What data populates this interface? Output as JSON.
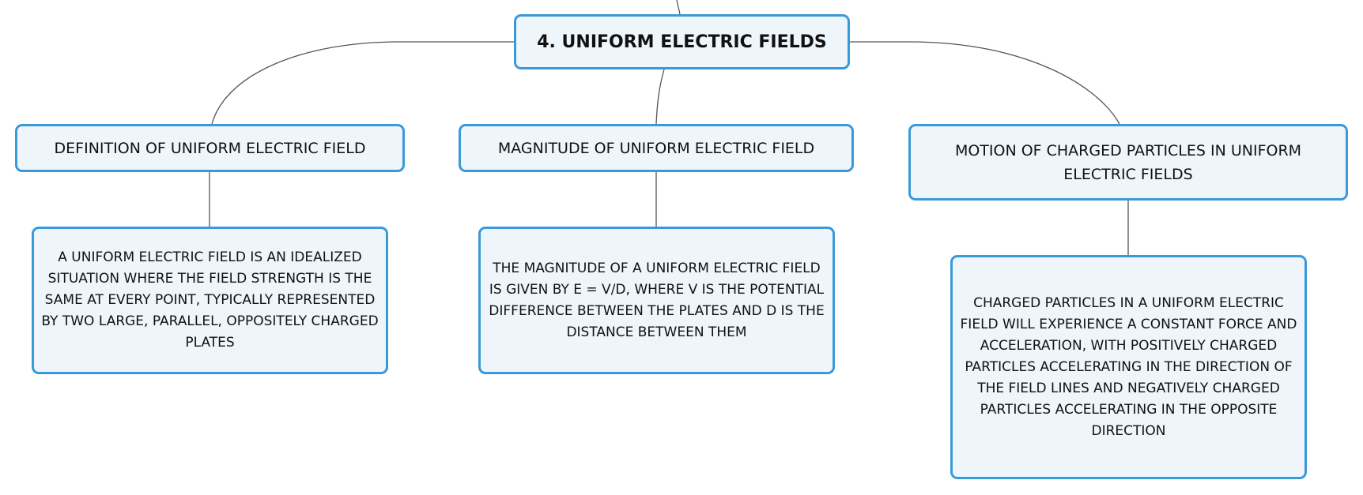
{
  "root": {
    "title": "4. UNIFORM ELECTRIC FIELDS"
  },
  "branches": [
    {
      "label": "DEFINITION OF UNIFORM ELECTRIC FIELD",
      "detail": "A UNIFORM ELECTRIC FIELD IS AN IDEALIZED SITUATION WHERE THE FIELD STRENGTH IS THE SAME AT EVERY POINT, TYPICALLY REPRESENTED BY TWO LARGE, PARALLEL, OPPOSITELY CHARGED PLATES"
    },
    {
      "label": "MAGNITUDE OF UNIFORM ELECTRIC FIELD",
      "detail": "THE MAGNITUDE OF A UNIFORM ELECTRIC FIELD IS GIVEN BY E = V/D, WHERE V IS THE POTENTIAL DIFFERENCE BETWEEN THE PLATES AND D IS THE DISTANCE BETWEEN THEM"
    },
    {
      "label": "MOTION OF CHARGED PARTICLES IN UNIFORM ELECTRIC FIELDS",
      "detail": "CHARGED PARTICLES IN A UNIFORM ELECTRIC FIELD WILL EXPERIENCE A CONSTANT FORCE AND ACCELERATION, WITH POSITIVELY CHARGED PARTICLES ACCELERATING IN THE DIRECTION OF THE FIELD LINES AND NEGATIVELY CHARGED PARTICLES ACCELERATING IN THE OPPOSITE DIRECTION"
    }
  ],
  "colors": {
    "node_border": "#3a99d8",
    "node_fill": "#eef6fc",
    "connector": "#555555"
  }
}
